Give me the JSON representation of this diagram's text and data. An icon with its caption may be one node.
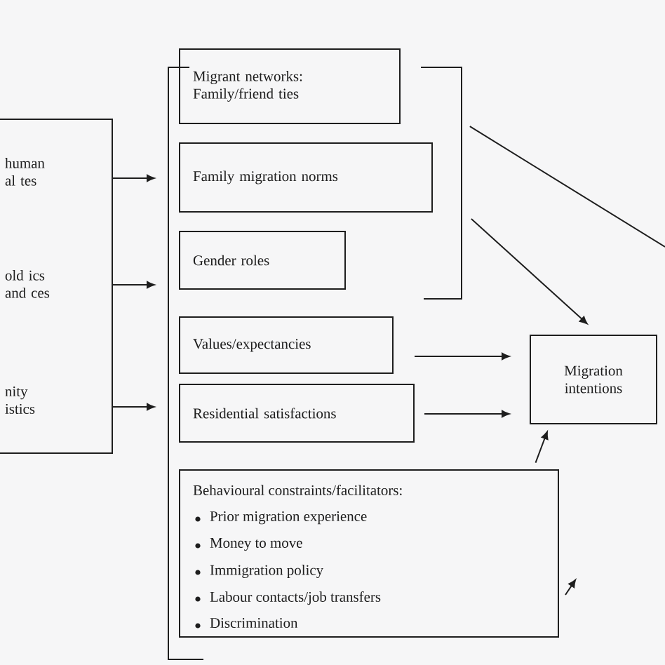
{
  "diagram": {
    "nodes": [
      {
        "text": [
          "human al tes",
          "old ics and ces",
          "nity istics"
        ]
      },
      {
        "text": [],
        "shape": "bracket"
      },
      {
        "text": [],
        "shape": "bracket"
      },
      {
        "text": [
          "Migrant networks: Family/friend ties"
        ]
      },
      {
        "text": [
          "Family migration norms"
        ]
      },
      {
        "text": [
          "Gender roles"
        ]
      },
      {
        "text": [
          "Values/expectancies"
        ]
      },
      {
        "text": [
          "Residential satisfactions"
        ]
      },
      {
        "text": [
          "Behavioural constraints/facilitators:",
          "Prior migration experience",
          "Money to move",
          "Immigration policy",
          "Labour contacts/job transfers",
          "Discrimination"
        ]
      },
      {
        "text": [
          "Migration intentions"
        ]
      }
    ],
    "edges": [
      {
        "from": 0,
        "to": 1,
        "arrow": "to"
      },
      {
        "from": 0,
        "to": 1,
        "arrow": "to"
      },
      {
        "from": 0,
        "to": 1,
        "arrow": "to"
      },
      {
        "from": 2,
        "to": null,
        "arrow": "none"
      },
      {
        "from": 2,
        "to": 9,
        "arrow": "to"
      },
      {
        "from": 6,
        "to": 9,
        "arrow": "to"
      },
      {
        "from": 7,
        "to": 9,
        "arrow": "to"
      },
      {
        "from": 8,
        "to": 9,
        "arrow": "to"
      }
    ]
  }
}
